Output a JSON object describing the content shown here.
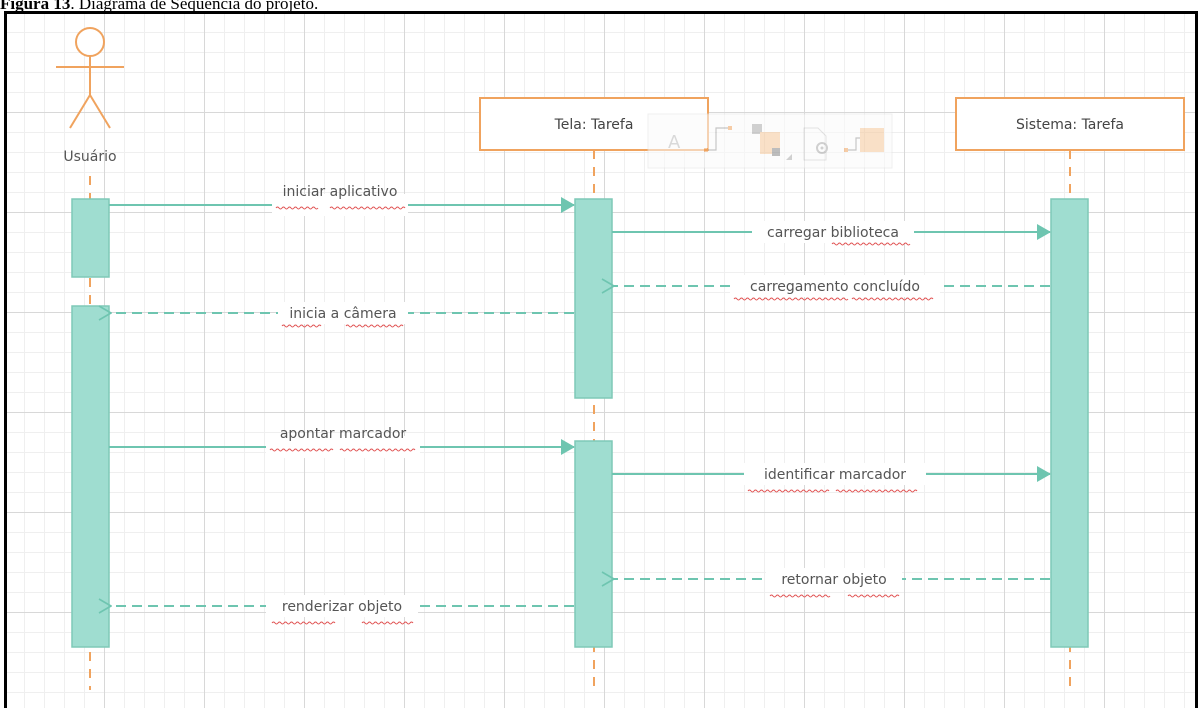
{
  "caption": {
    "bold": "Figura 13",
    "rest": ". Diagrama de Sequência do projeto."
  },
  "colors": {
    "lifeline": "#f0a35e",
    "activation": "#9fddd0",
    "activation_border": "#7fc9b7",
    "message": "#6ec5b0",
    "spellcheck": "#e05050"
  },
  "actor": {
    "label": "Usuário",
    "icon": "stick-figure-actor-icon"
  },
  "objects": [
    {
      "label": "Tela: Tarefa"
    },
    {
      "label": "Sistema: Tarefa"
    }
  ],
  "messages": [
    {
      "label": "iniciar aplicativo",
      "kind": "sync"
    },
    {
      "label": "carregar biblioteca",
      "kind": "sync"
    },
    {
      "label": "carregamento concluído",
      "kind": "return"
    },
    {
      "label": "inicia a câmera",
      "kind": "return"
    },
    {
      "label": "apontar marcador",
      "kind": "sync"
    },
    {
      "label": "identificar marcador",
      "kind": "sync"
    },
    {
      "label": "retornar objeto",
      "kind": "return"
    },
    {
      "label": "renderizar objeto",
      "kind": "return"
    }
  ],
  "toolbar": {
    "text_tool_glyph": "A",
    "icons": [
      "text-tool-icon",
      "connector-tool-icon",
      "shape-tool-icon",
      "settings-icon",
      "shape-style-icon"
    ]
  }
}
